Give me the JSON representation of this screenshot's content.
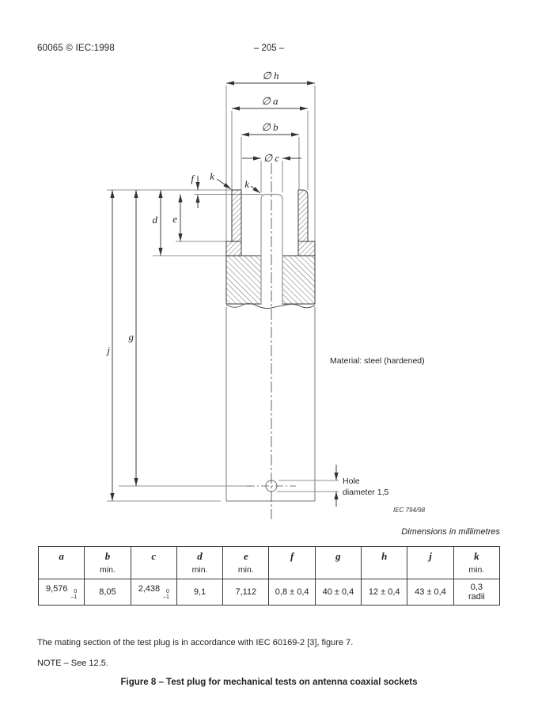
{
  "page": {
    "header_left": "60065 © IEC:1998",
    "header_center": "– 205 –",
    "dimensions_note": "Dimensions in millimetres",
    "para1": "The mating section of the test plug is in accordance with IEC 60169-2 [3], figure 7.",
    "note": "NOTE – See 12.5.",
    "caption": "Figure 8 – Test plug for mechanical tests on antenna coaxial sockets"
  },
  "drawing": {
    "dim_h": "∅ h",
    "dim_a": "∅ a",
    "dim_b": "∅ b",
    "dim_c": "∅ c",
    "dim_d": "d",
    "dim_e": "e",
    "dim_f": "f",
    "dim_g": "g",
    "dim_j": "j",
    "dim_k1": "k",
    "dim_k2": "k",
    "material": "Material: steel (hardened)",
    "hole_line1": "Hole",
    "hole_line2": "diameter 1,5",
    "ref": "IEC  794/98",
    "line_color": "#3c3c3c",
    "light_line_color": "#8e8e8e"
  },
  "table": {
    "columns": [
      {
        "letter": "a",
        "sub": "",
        "value": "9,576",
        "tol_upper": "0",
        "tol_lower": "–1"
      },
      {
        "letter": "b",
        "sub": "min.",
        "value": "8,05"
      },
      {
        "letter": "c",
        "sub": "",
        "value": "2,438",
        "tol_upper": "0",
        "tol_lower": "–1"
      },
      {
        "letter": "d",
        "sub": "min.",
        "value": "9,1"
      },
      {
        "letter": "e",
        "sub": "min.",
        "value": "7,112"
      },
      {
        "letter": "f",
        "sub": "",
        "value": "0,8 ± 0,4"
      },
      {
        "letter": "g",
        "sub": "",
        "value": "40 ± 0,4"
      },
      {
        "letter": "h",
        "sub": "",
        "value": "12 ± 0,4"
      },
      {
        "letter": "j",
        "sub": "",
        "value": "43 ± 0,4"
      },
      {
        "letter": "k",
        "sub": "min.",
        "value": "0,3",
        "value_line2": "radii"
      }
    ]
  }
}
